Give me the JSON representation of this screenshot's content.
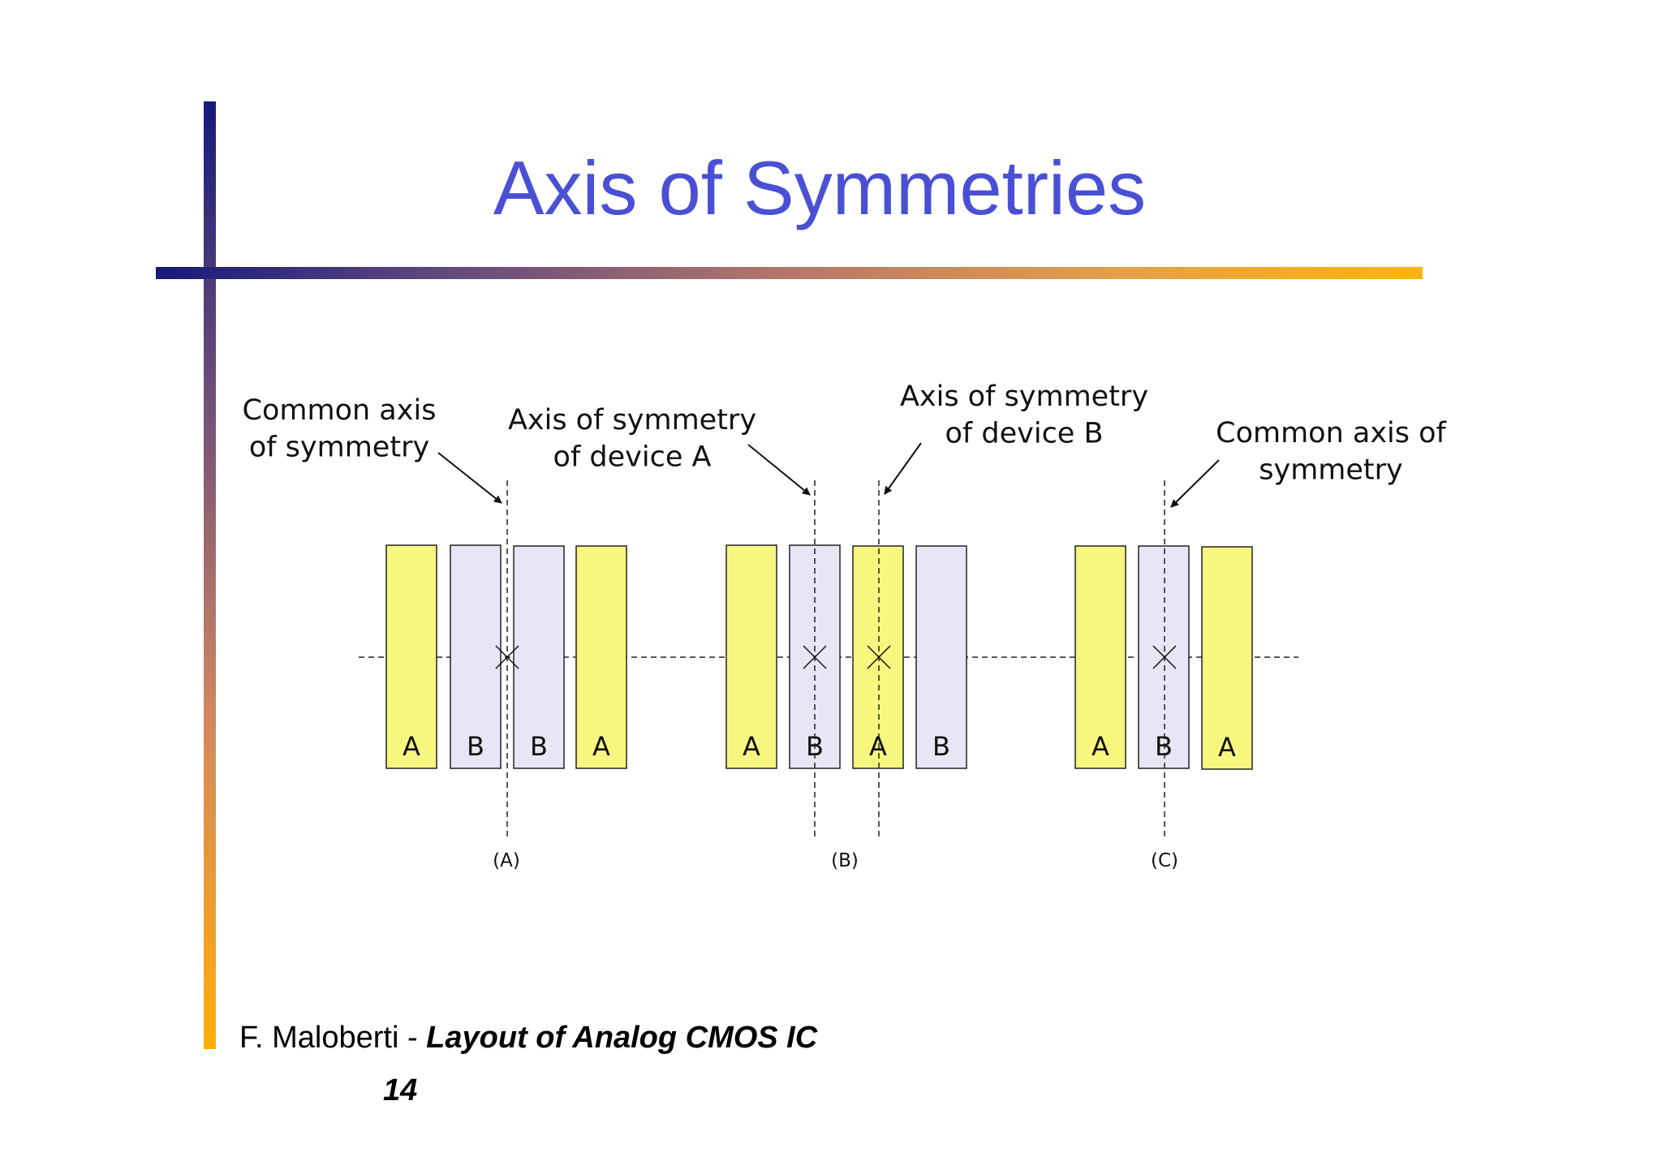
{
  "slide": {
    "title": "Axis of Symmetries",
    "footer_author": "F. Maloberti - ",
    "footer_subject": "Layout of Analog CMOS IC",
    "page_number": "14"
  },
  "colors": {
    "title": "#4a50d4",
    "device_a_fill": "#f7f780",
    "device_b_fill": "#e6e6f5",
    "outline": "#222222"
  },
  "diagram": {
    "annotations": [
      "Common axis\nof symmetry",
      "Axis of symmetry\nof device A",
      "Axis of symmetry\nof device B",
      "Common axis of\nsymmetry"
    ],
    "configurations": [
      {
        "caption": "(A)",
        "devices": [
          "A",
          "B",
          "B",
          "A"
        ]
      },
      {
        "caption": "(B)",
        "devices": [
          "A",
          "B",
          "A",
          "B"
        ]
      },
      {
        "caption": "(C)",
        "devices": [
          "A",
          "B",
          "A"
        ]
      }
    ]
  }
}
